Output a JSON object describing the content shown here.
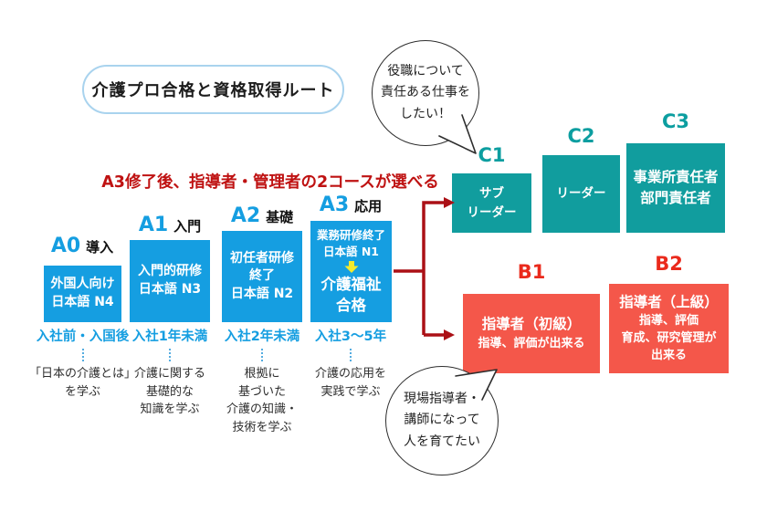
{
  "title": "介護プロ合格と資格取得ルート",
  "headline": "A3修了後、指導者・管理者の2コースが選べる",
  "bubbles": {
    "top": {
      "lines": [
        "役職について",
        "責任ある仕事を",
        "したい！"
      ]
    },
    "bottom": {
      "lines": [
        "現場指導者・",
        "講師になって",
        "人を育てたい"
      ]
    }
  },
  "stages": [
    {
      "code": "A0",
      "tag": "導入",
      "box_lines": [
        "外国人向け",
        "日本語 N4"
      ],
      "tenure": "入社前・入国後",
      "desc_lines": [
        "「日本の介護とは」",
        "を学ぶ"
      ]
    },
    {
      "code": "A1",
      "tag": "入門",
      "box_lines": [
        "入門的研修",
        "日本語 N3"
      ],
      "tenure": "入社1年未満",
      "desc_lines": [
        "介護に関する",
        "基礎的な",
        "知識を学ぶ"
      ]
    },
    {
      "code": "A2",
      "tag": "基礎",
      "box_lines": [
        "初任者研修",
        "終了",
        "日本語 N2"
      ],
      "tenure": "入社2年未満",
      "desc_lines": [
        "根拠に",
        "基づいた",
        "介護の知識・",
        "技術を学ぶ"
      ]
    },
    {
      "code": "A3",
      "tag": "応用",
      "box_top_lines": [
        "業務研修終了",
        "日本語 N1"
      ],
      "box_arrow_icon": "down-arrow",
      "box_main_lines": [
        "介護福祉",
        "合格"
      ],
      "tenure": "入社3～5年",
      "desc_lines": [
        "介護の応用を",
        "実践で学ぶ"
      ]
    }
  ],
  "c_track": [
    {
      "code": "C1",
      "lines": [
        "サブ",
        "リーダー"
      ]
    },
    {
      "code": "C2",
      "lines": [
        "リーダー"
      ]
    },
    {
      "code": "C3",
      "lines": [
        "事業所責任者",
        "部門責任者"
      ]
    }
  ],
  "b_track": [
    {
      "code": "B1",
      "title": "指導者（初級）",
      "lines": [
        "指導、評価が出来る"
      ]
    },
    {
      "code": "B2",
      "title": "指導者（上級）",
      "lines": [
        "指導、評価",
        "育成、研究管理が",
        "出来る"
      ]
    }
  ],
  "colors": {
    "stage_blue": "#159ee1",
    "teal": "#119d9e",
    "teal_label": "#0c9ea0",
    "red_box": "#f4574a",
    "red_label": "#ea2a1c",
    "connector_red": "#ab1016",
    "headline_red": "#bf1212",
    "title_border": "#a9d3ee",
    "yellow_arrow": "#f3ea2d"
  }
}
